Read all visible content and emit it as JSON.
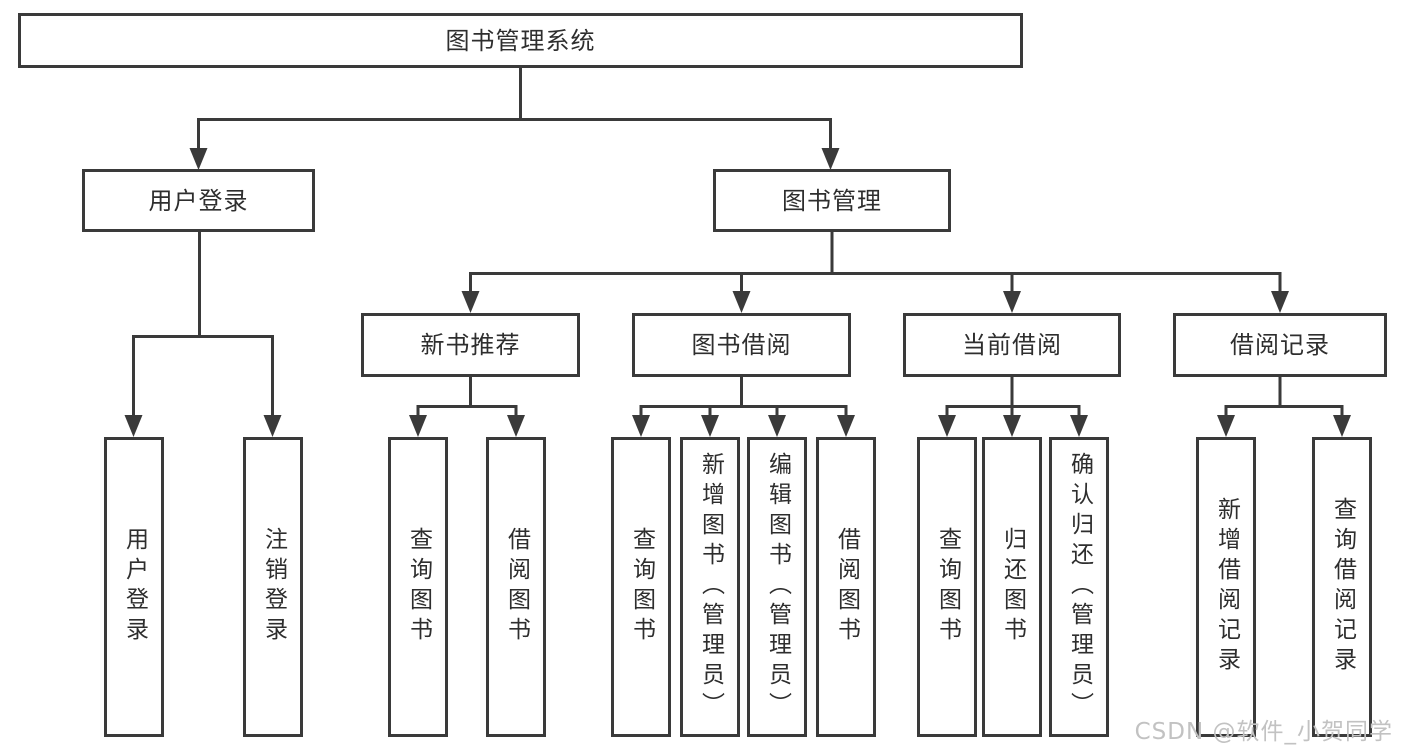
{
  "colors": {
    "line": "#3a3a3a",
    "text": "#2e2e2e",
    "box_bg": "#ffffff",
    "watermark": "#c2c2c2"
  },
  "tree": {
    "root": {
      "label": "图书管理系统"
    },
    "branches": [
      {
        "label": "用户登录",
        "children": [
          {
            "label": "用户登录"
          },
          {
            "label": "注销登录"
          }
        ]
      },
      {
        "label": "图书管理",
        "children": [
          {
            "label": "新书推荐",
            "children": [
              {
                "label": "查询图书"
              },
              {
                "label": "借阅图书"
              }
            ]
          },
          {
            "label": "图书借阅",
            "children": [
              {
                "label": "查询图书"
              },
              {
                "label": "新增图书（管理员）"
              },
              {
                "label": "编辑图书（管理员）"
              },
              {
                "label": "借阅图书"
              }
            ]
          },
          {
            "label": "当前借阅",
            "children": [
              {
                "label": "查询图书"
              },
              {
                "label": "归还图书"
              },
              {
                "label": "确认归还（管理员）"
              }
            ]
          },
          {
            "label": "借阅记录",
            "children": [
              {
                "label": "新增借阅记录"
              },
              {
                "label": "查询借阅记录"
              }
            ]
          }
        ]
      }
    ]
  },
  "watermark": {
    "text": "CSDN @软件_小贺同学"
  }
}
